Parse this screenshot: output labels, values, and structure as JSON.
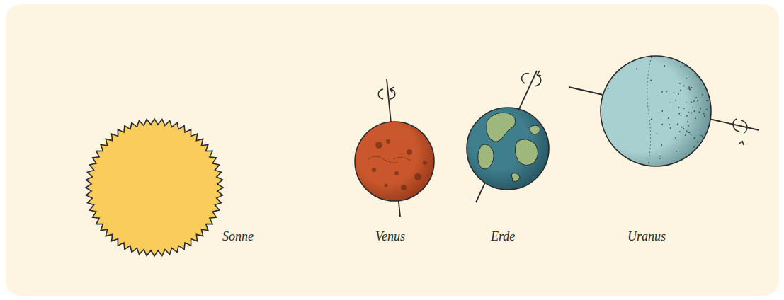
{
  "diagram": {
    "labels": [
      "Sonne",
      "Venus",
      "Erde",
      "Uranus"
    ]
  }
}
